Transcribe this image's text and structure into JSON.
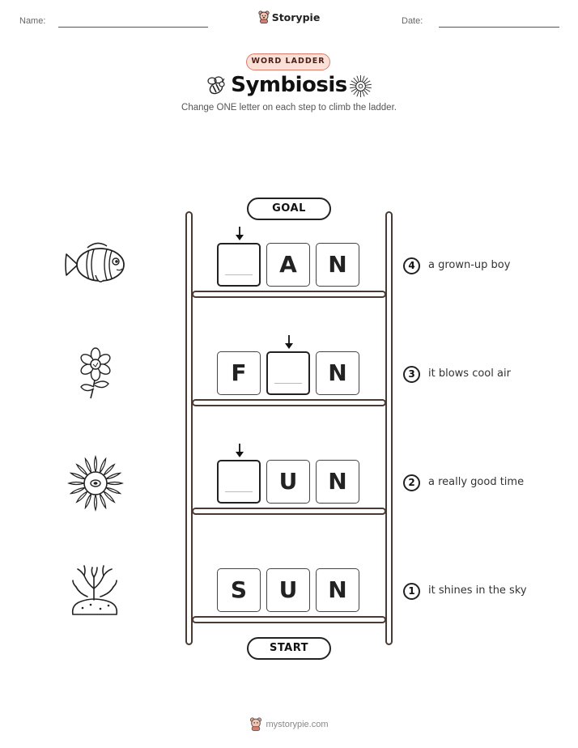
{
  "header": {
    "name_label": "Name:",
    "date_label": "Date:",
    "brand": "Storypie"
  },
  "badge": "WORD LADDER",
  "title": "Symbiosis",
  "subtitle": "Change ONE letter on each step to climb the ladder.",
  "goal_label": "GOAL",
  "start_label": "START",
  "rows": [
    {
      "step": "4",
      "clue": "a grown-up boy",
      "letters": [
        "",
        "A",
        "N"
      ],
      "picture": "clownfish-icon"
    },
    {
      "step": "3",
      "clue": "it blows cool air",
      "letters": [
        "F",
        "",
        "N"
      ],
      "picture": "flower-icon"
    },
    {
      "step": "2",
      "clue": "a really good time",
      "letters": [
        "",
        "U",
        "N"
      ],
      "picture": "sea-anemone-icon"
    },
    {
      "step": "1",
      "clue": "it shines in the sky",
      "letters": [
        "S",
        "U",
        "N"
      ],
      "picture": "coral-icon"
    }
  ],
  "footer": "mystorypie.com"
}
